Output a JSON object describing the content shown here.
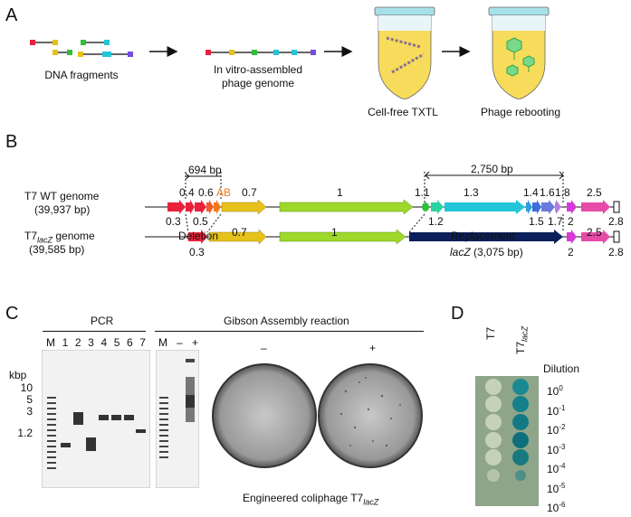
{
  "panels": {
    "a": "A",
    "b": "B",
    "c": "C",
    "d": "D"
  },
  "panel_a": {
    "step1": "DNA fragments",
    "step2_line1": "In vitro-assembled",
    "step2_line2": "phage genome",
    "step3": "Cell-free TXTL",
    "step4": "Phage rebooting"
  },
  "panel_b": {
    "wt_name": "T7 WT genome",
    "wt_size": "(39,937 bp)",
    "mut_name_prefix": "T7",
    "mut_name_sub": "lacZ",
    "mut_name_suffix": " genome",
    "mut_size": "(39,585 bp)",
    "bracket_left": "694 bp",
    "bracket_right": "2,750 bp",
    "deletion": "Deletion",
    "replacement": "Replacement",
    "lacz_gene": "lacZ",
    "lacz_size": " (3,075 bp)",
    "wt_genes_top": [
      "0.4",
      "0.6",
      "AB",
      "0.7",
      "1",
      "1.1",
      "1.3",
      "1.4",
      "1.6",
      "1.8",
      "2.5"
    ],
    "wt_genes_bottom": [
      "0.3",
      "0.5",
      "1.2",
      "1.5",
      "1.7",
      "2",
      "2.8"
    ],
    "mut_genes_top": [
      "0.7",
      "1",
      "2.5"
    ],
    "mut_genes_bottom": [
      "0.3",
      "2",
      "2.8"
    ],
    "colors": {
      "red": "#e8223a",
      "orange": "#f07a1a",
      "yellow": "#e6c21a",
      "lime": "#9ed82a",
      "green": "#2fbf3a",
      "cyan": "#22c6d8",
      "blue": "#3a6fd8",
      "purple": "#b07ee0",
      "pink": "#e84aa8",
      "navy": "#0b1f5a"
    }
  },
  "panel_c": {
    "pcr_label": "PCR",
    "gibson_label": "Gibson Assembly reaction",
    "kbp": "kbp",
    "ladder_marks": [
      "10",
      "5",
      "3",
      "1.2"
    ],
    "pcr_lanes": [
      "M",
      "1",
      "2",
      "3",
      "4",
      "5",
      "6",
      "7"
    ],
    "gibson_lanes": [
      "M",
      "–",
      "+"
    ],
    "plate_minus": "–",
    "plate_plus": "+",
    "caption_prefix": "Engineered coliphage T7",
    "caption_sub": "lacZ"
  },
  "panel_d": {
    "col1": "T7",
    "col2_prefix": "T7",
    "col2_sub": "lacZ",
    "dilution_title": "Dilution",
    "dilutions": [
      {
        "base": "10",
        "exp": "0"
      },
      {
        "base": "10",
        "exp": "-1"
      },
      {
        "base": "10",
        "exp": "-2"
      },
      {
        "base": "10",
        "exp": "-3"
      },
      {
        "base": "10",
        "exp": "-4"
      },
      {
        "base": "10",
        "exp": "-5"
      },
      {
        "base": "10",
        "exp": "-6"
      }
    ]
  }
}
